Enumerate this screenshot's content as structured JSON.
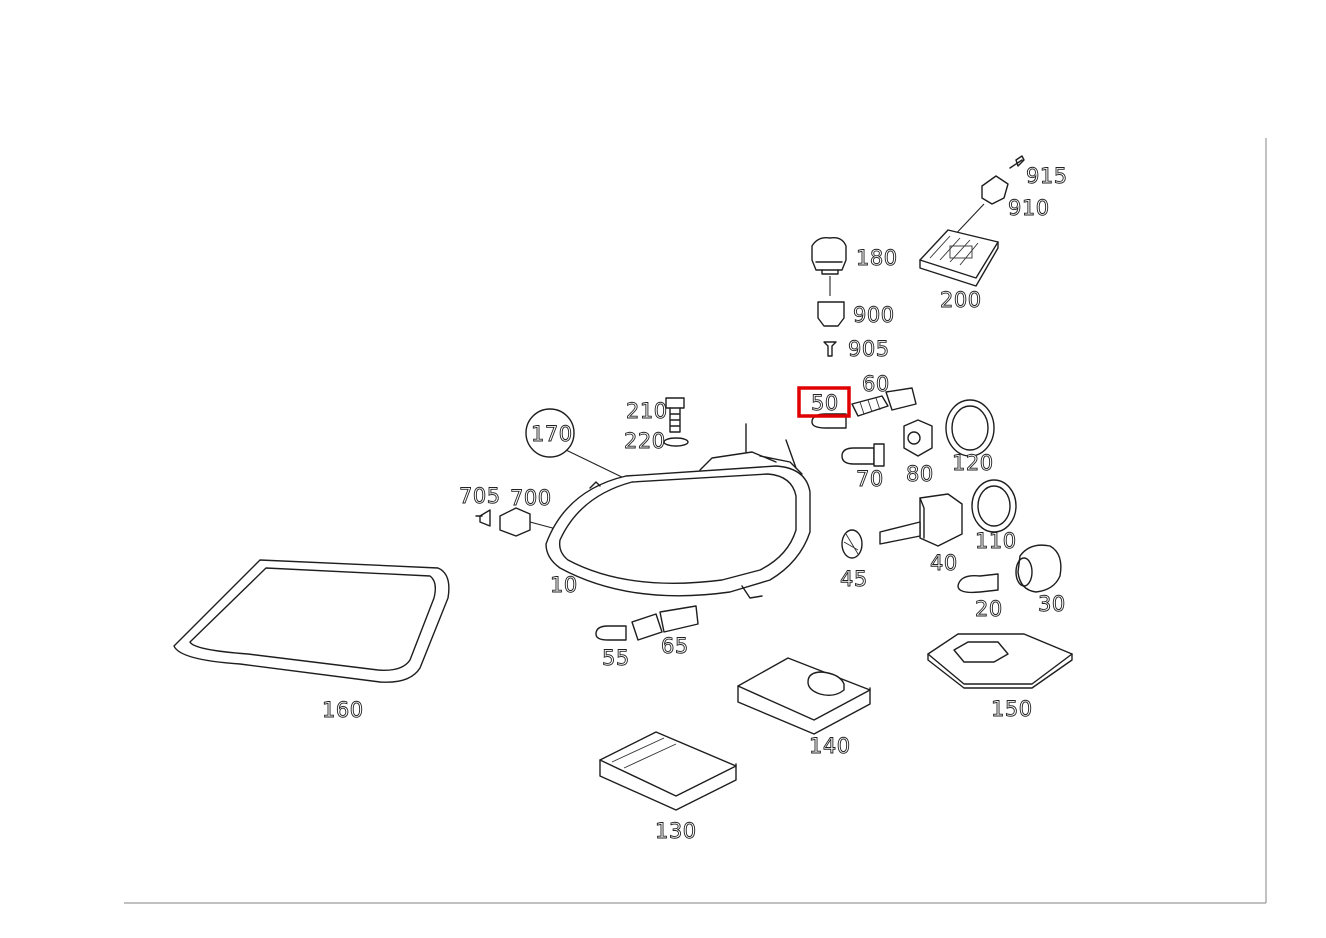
{
  "highlight_color": "#e00000",
  "highlighted_callout": "50",
  "callouts": {
    "p915": "915",
    "p910": "910",
    "p180": "180",
    "p200": "200",
    "p900": "900",
    "p905": "905",
    "p60": "60",
    "p50": "50",
    "p210": "210",
    "p220": "220",
    "p170": "170",
    "p120": "120",
    "p80": "80",
    "p70": "70",
    "p705": "705",
    "p700": "700",
    "p110": "110",
    "p40": "40",
    "p10": "10",
    "p45": "45",
    "p30": "30",
    "p20": "20",
    "p55": "55",
    "p65": "65",
    "p160": "160",
    "p150": "150",
    "p140": "140",
    "p130": "130"
  }
}
